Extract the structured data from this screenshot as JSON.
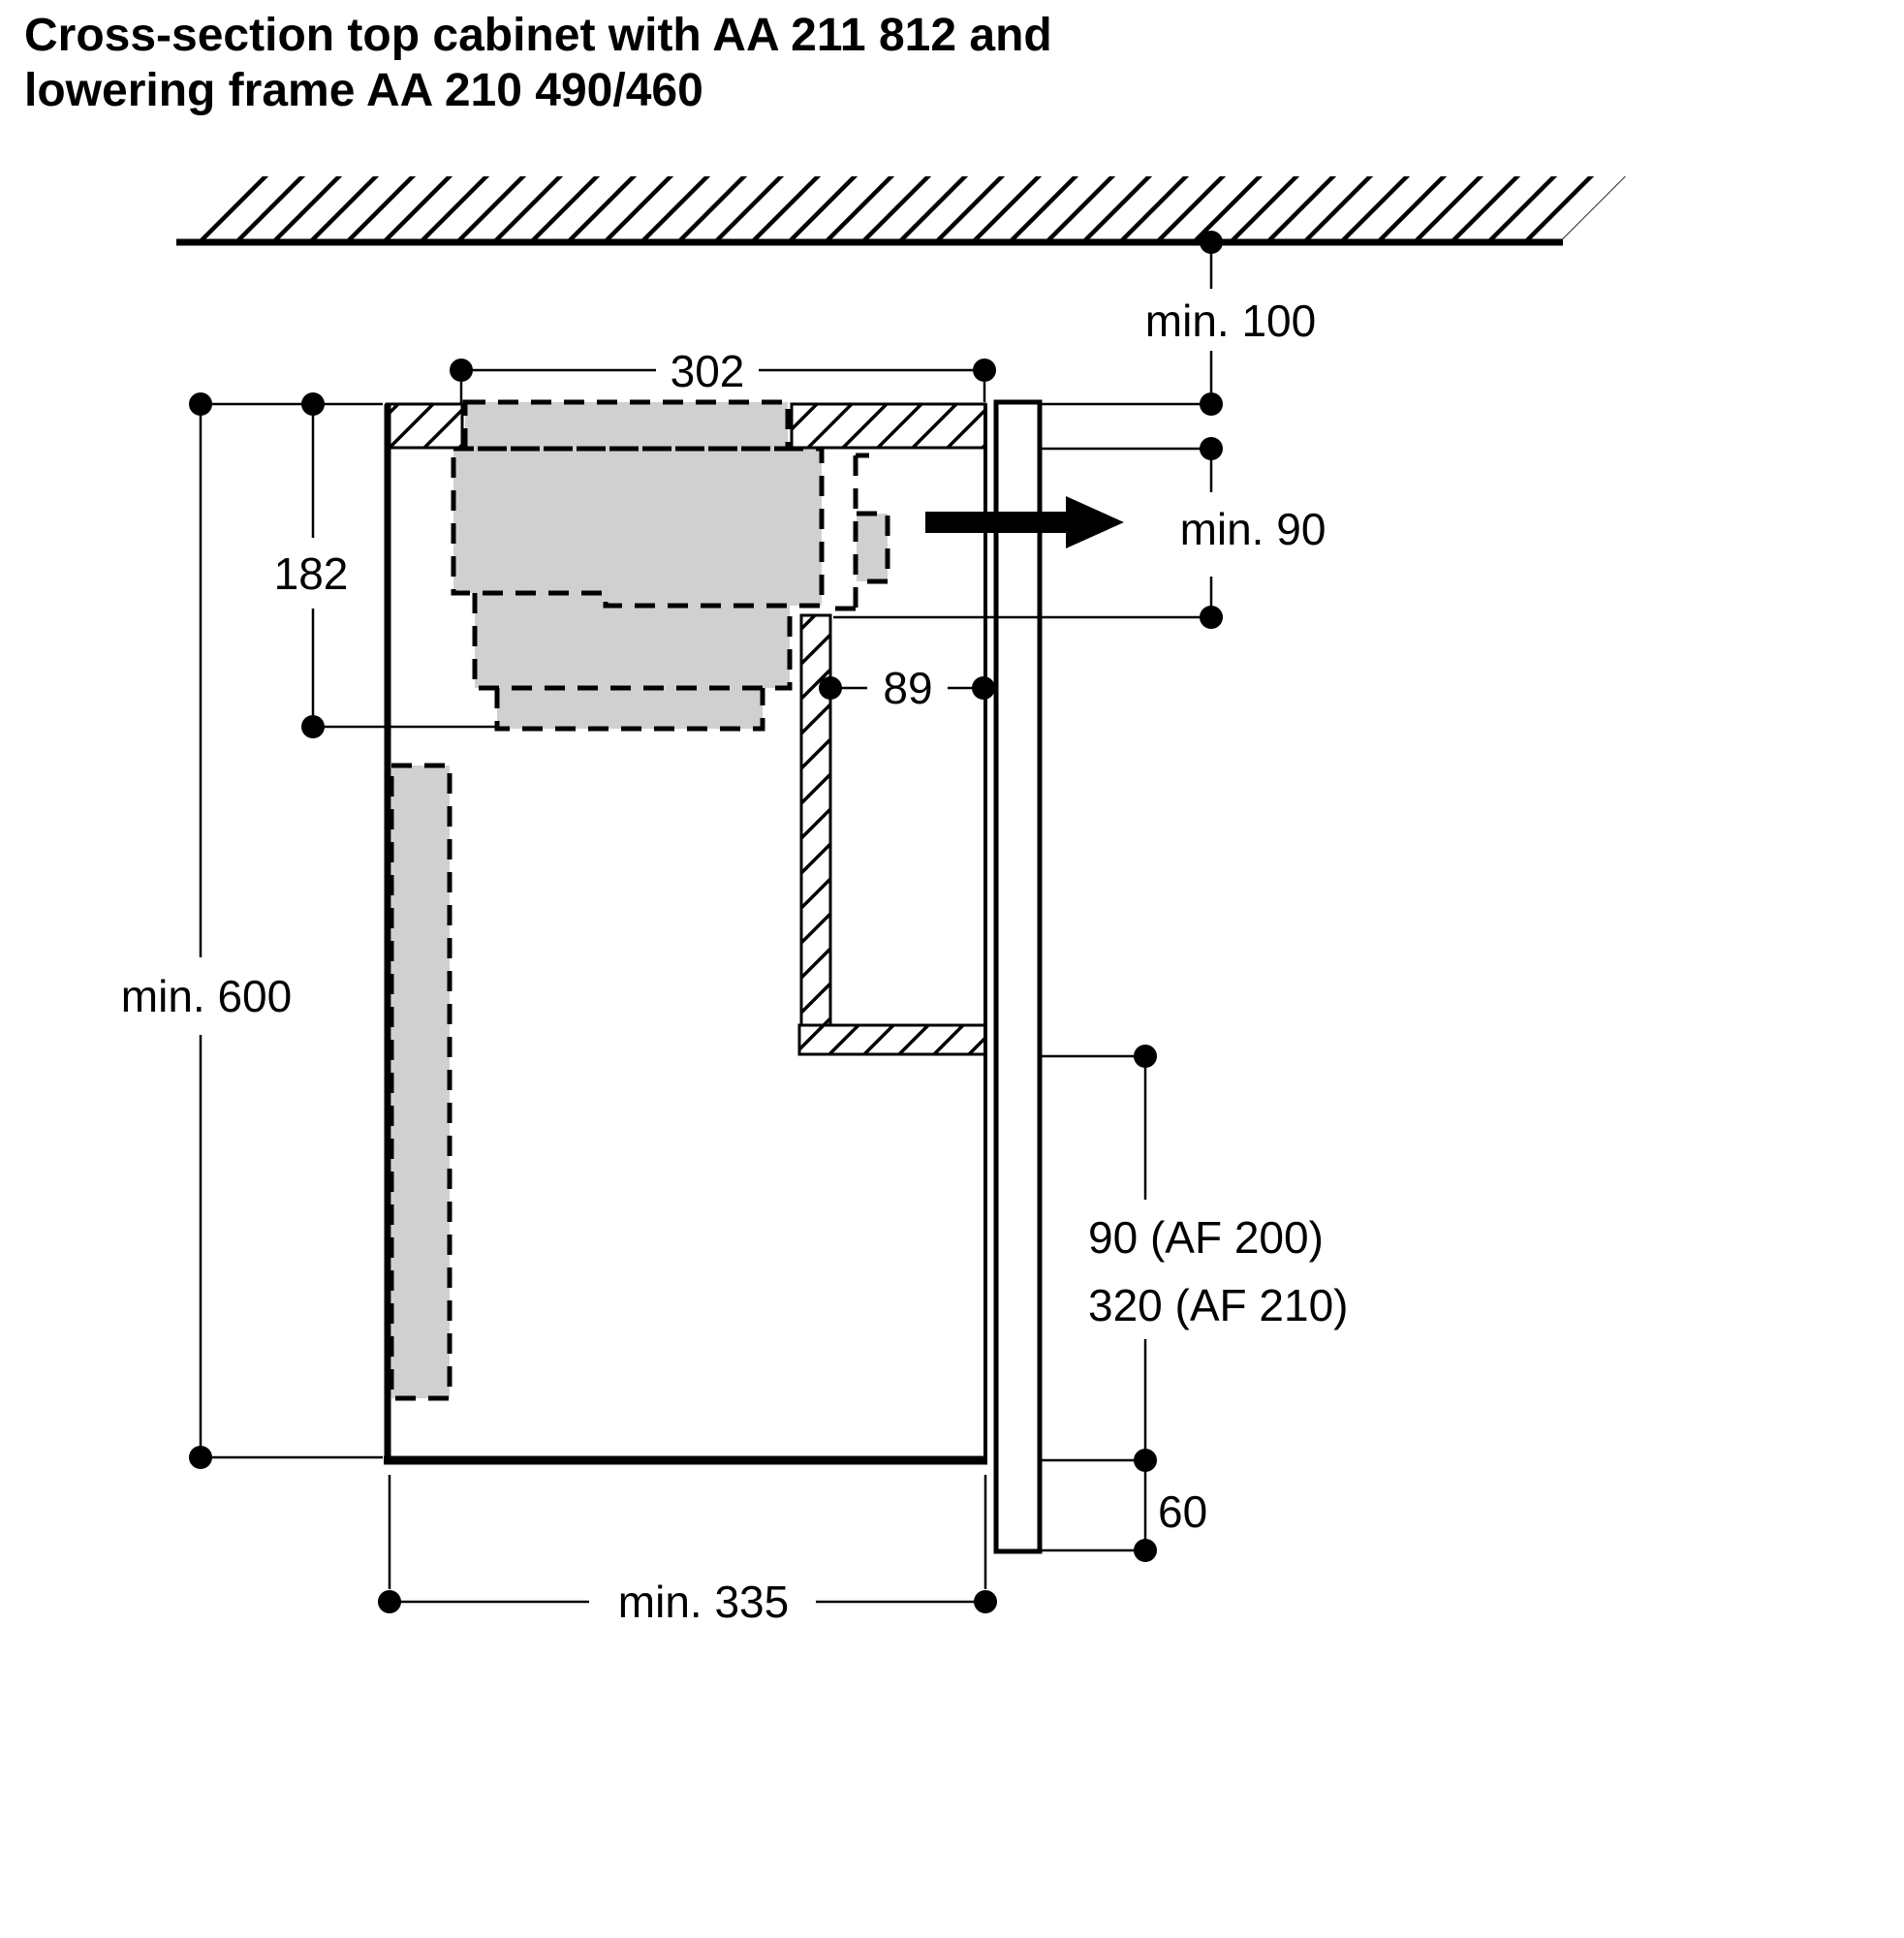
{
  "title": {
    "line1": "Cross-section top cabinet with AA 211 812 and",
    "line2": "lowering frame AA 210 490/460"
  },
  "dimensions": {
    "ceiling_clearance": "min. 100",
    "cutout_width": "302",
    "rear_clearance": "min. 90",
    "appliance_height": "182",
    "duct_offset": "89",
    "cabinet_height": "min. 600",
    "duct_drop_af200": "90 (AF 200)",
    "duct_drop_af210": "320 (AF 210)",
    "door_overhang": "60",
    "cabinet_depth": "min. 335"
  },
  "colors": {
    "line": "#000000",
    "appliance_fill": "#d0d0d0",
    "background": "#ffffff"
  }
}
